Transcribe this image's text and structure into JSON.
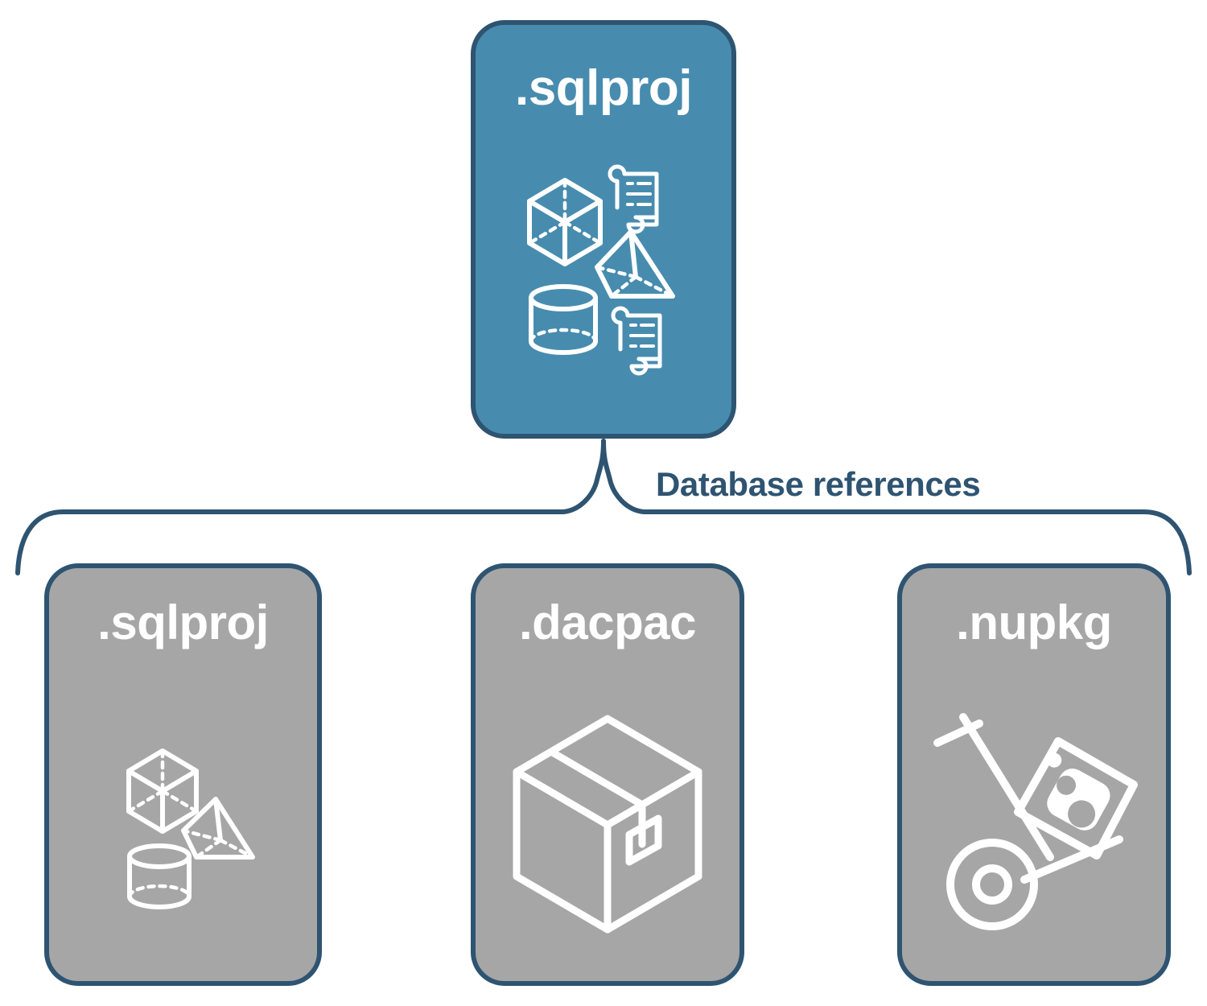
{
  "diagram": {
    "title_root": ".sqlproj",
    "connector_label": "Database references",
    "colors": {
      "primary_fill": "#478caf",
      "secondary_fill": "#a6a6a6",
      "stroke": "#2e5471",
      "icon": "#ffffff",
      "background": "#ffffff",
      "label_text": "#2e5471"
    },
    "root": {
      "label": ".sqlproj",
      "fill": "#478caf",
      "icons": [
        "cube-icon",
        "pyramid-icon",
        "cylinder-icon",
        "scroll-icon",
        "scroll-icon"
      ]
    },
    "children": [
      {
        "label": ".sqlproj",
        "fill": "#a6a6a6",
        "icons": [
          "cube-icon",
          "pyramid-icon",
          "cylinder-icon"
        ]
      },
      {
        "label": ".dacpac",
        "fill": "#a6a6a6",
        "icons": [
          "package-box-icon"
        ]
      },
      {
        "label": ".nupkg",
        "fill": "#a6a6a6",
        "icons": [
          "hand-truck-icon",
          "nuget-package-icon"
        ]
      }
    ]
  }
}
